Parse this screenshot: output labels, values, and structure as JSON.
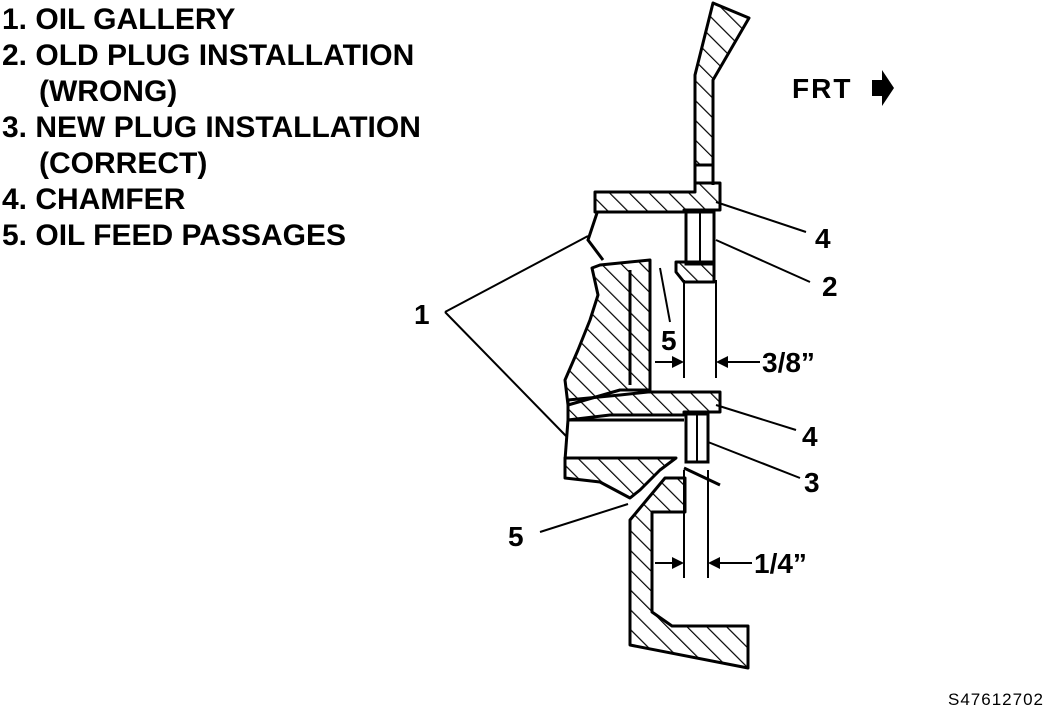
{
  "legend": {
    "items": [
      {
        "number": "1.",
        "label": "OIL GALLERY"
      },
      {
        "number": "2.",
        "label": "OLD PLUG INSTALLATION",
        "continuation": "(WRONG)"
      },
      {
        "number": "3.",
        "label": "NEW PLUG INSTALLATION",
        "continuation": "(CORRECT)"
      },
      {
        "number": "4.",
        "label": "CHAMFER"
      },
      {
        "number": "5.",
        "label": "OIL FEED PASSAGES"
      }
    ]
  },
  "diagram": {
    "direction_label": "FRT",
    "callouts": {
      "gallery": "1",
      "chamfer_top": "4",
      "old_plug": "2",
      "feed_top": "5",
      "chamfer_bottom": "4",
      "new_plug": "3",
      "feed_bottom": "5"
    },
    "dimensions": {
      "old_depth": "3/8”",
      "new_depth": "1/4”"
    }
  },
  "figure_id": "S47612702"
}
